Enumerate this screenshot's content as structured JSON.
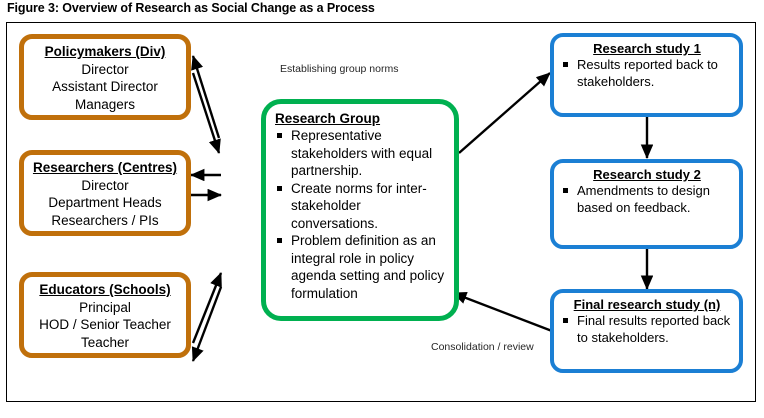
{
  "figure": {
    "caption": "Figure 3: Overview of Research as Social Change as a Process"
  },
  "diagram": {
    "type": "flow-diagram",
    "colors": {
      "stakeholder_border": "#C0700B",
      "research_group_border": "#00B050",
      "study_border": "#1B7FD4",
      "arrow": "#000000",
      "frame": "#000000",
      "text": "#000000"
    },
    "stakeholders": [
      {
        "id": "policymakers",
        "title": "Policymakers (Div)",
        "lines": [
          "Director",
          "Assistant Director",
          "Managers"
        ]
      },
      {
        "id": "researchers",
        "title": "Researchers (Centres)",
        "lines": [
          "Director",
          "Department Heads",
          "Researchers / PIs"
        ]
      },
      {
        "id": "educators",
        "title": "Educators (Schools)",
        "lines": [
          "Principal",
          "HOD / Senior Teacher",
          "Teacher"
        ]
      }
    ],
    "research_group": {
      "title": "Research Group",
      "bullets": [
        "Representative stakeholders with equal partnership.",
        "Create norms for inter-stakeholder conversations.",
        "Problem definition as an integral role in policy agenda setting and policy formulation"
      ]
    },
    "studies": [
      {
        "id": "study-1",
        "title": "Research study 1",
        "bullets": [
          "Results reported back to stakeholders."
        ]
      },
      {
        "id": "study-2",
        "title": "Research study 2",
        "bullets": [
          "Amendments to design based on feedback."
        ]
      },
      {
        "id": "study-final",
        "title": "Final research study (n)",
        "bullets": [
          "Final results reported back to stakeholders."
        ]
      }
    ],
    "annotations": [
      {
        "id": "establishing-group-norms",
        "text": "Establishing group norms"
      },
      {
        "id": "consolidation-review",
        "text": "Consolidation / review"
      }
    ]
  }
}
